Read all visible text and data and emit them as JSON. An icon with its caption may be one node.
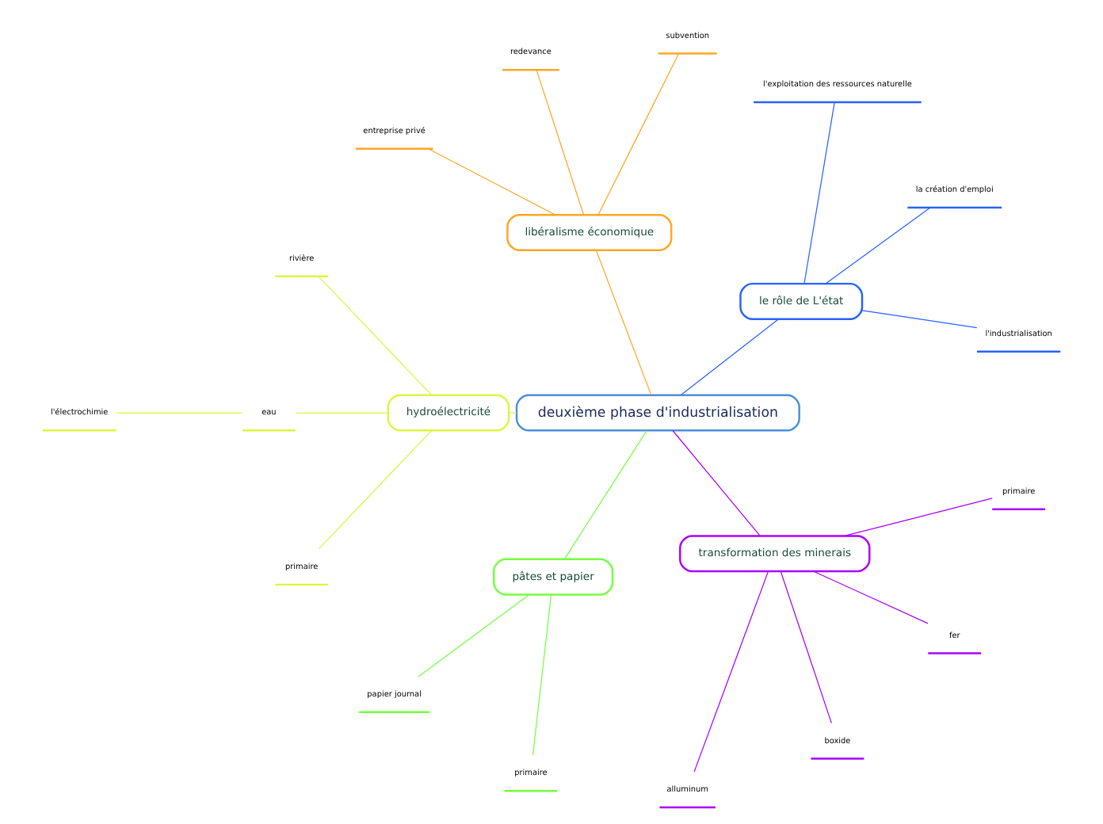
{
  "diagram": {
    "nodes": [
      {
        "text": [
          "deuxième phase d'industrialisation"
        ]
      },
      {
        "text": [
          "le rôle de L'état"
        ]
      },
      {
        "text": [
          "l'industrialisation"
        ]
      },
      {
        "text": [
          "la création d'emploi"
        ]
      },
      {
        "text": [
          "l'exploitation des ressources naturelle"
        ]
      },
      {
        "text": [
          "libéralisme économique"
        ]
      },
      {
        "text": [
          "subvention"
        ]
      },
      {
        "text": [
          "redevance"
        ]
      },
      {
        "text": [
          "entreprise privé"
        ]
      },
      {
        "text": [
          "hydroélectricité"
        ]
      },
      {
        "text": [
          "rivière"
        ]
      },
      {
        "text": [
          "eau"
        ]
      },
      {
        "text": [
          "l'électrochimie"
        ]
      },
      {
        "text": [
          "primaire"
        ]
      },
      {
        "text": [
          "pâtes et papier"
        ]
      },
      {
        "text": [
          "papier journal"
        ]
      },
      {
        "text": [
          "primaire"
        ]
      },
      {
        "text": [
          "transformation des minerais"
        ]
      },
      {
        "text": [
          "alluminum"
        ]
      },
      {
        "text": [
          "boxide"
        ]
      },
      {
        "text": [
          "fer"
        ]
      },
      {
        "text": [
          "primaire"
        ]
      }
    ],
    "edges": [
      {
        "from": 0,
        "to": 1,
        "arrow": "none",
        "color": "#2962ff"
      },
      {
        "from": 1,
        "to": 2,
        "arrow": "none",
        "color": "#2962ff"
      },
      {
        "from": 1,
        "to": 3,
        "arrow": "none",
        "color": "#2962ff"
      },
      {
        "from": 1,
        "to": 4,
        "arrow": "none",
        "color": "#2962ff"
      },
      {
        "from": 0,
        "to": 5,
        "arrow": "none",
        "color": "#ffa726"
      },
      {
        "from": 5,
        "to": 6,
        "arrow": "none",
        "color": "#ffa726"
      },
      {
        "from": 5,
        "to": 7,
        "arrow": "none",
        "color": "#ffa726"
      },
      {
        "from": 5,
        "to": 8,
        "arrow": "none",
        "color": "#ffa726"
      },
      {
        "from": 0,
        "to": 9,
        "arrow": "none",
        "color": "#dcf542"
      },
      {
        "from": 9,
        "to": 10,
        "arrow": "none",
        "color": "#dcf542"
      },
      {
        "from": 9,
        "to": 11,
        "arrow": "none",
        "color": "#dcf542"
      },
      {
        "from": 11,
        "to": 12,
        "arrow": "none",
        "color": "#dcf542"
      },
      {
        "from": 9,
        "to": 13,
        "arrow": "none",
        "color": "#dcf542"
      },
      {
        "from": 0,
        "to": 14,
        "arrow": "none",
        "color": "#76ff40"
      },
      {
        "from": 14,
        "to": 15,
        "arrow": "none",
        "color": "#76ff40"
      },
      {
        "from": 14,
        "to": 16,
        "arrow": "none",
        "color": "#76ff40"
      },
      {
        "from": 0,
        "to": 17,
        "arrow": "none",
        "color": "#aa00ff"
      },
      {
        "from": 17,
        "to": 18,
        "arrow": "none",
        "color": "#aa00ff"
      },
      {
        "from": 17,
        "to": 19,
        "arrow": "none",
        "color": "#aa00ff"
      },
      {
        "from": 17,
        "to": 20,
        "arrow": "none",
        "color": "#aa00ff"
      },
      {
        "from": 17,
        "to": 21,
        "arrow": "none",
        "color": "#aa00ff"
      }
    ]
  }
}
